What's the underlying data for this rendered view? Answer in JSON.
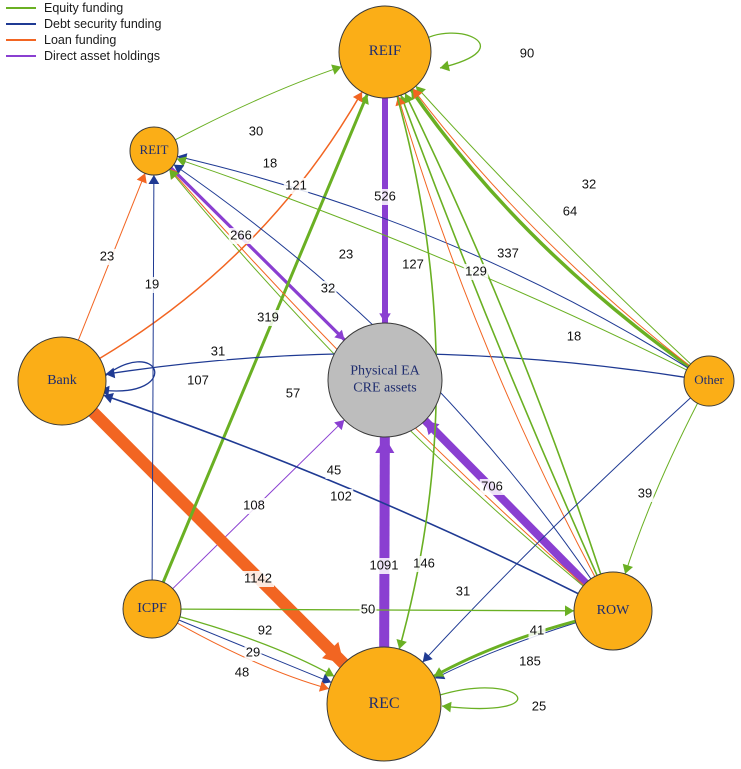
{
  "legend": [
    {
      "label": "Equity funding",
      "color": "#6ab023"
    },
    {
      "label": "Debt security funding",
      "color": "#1f3a93"
    },
    {
      "label": "Loan funding",
      "color": "#f26522"
    },
    {
      "label": "Direct asset holdings",
      "color": "#8a3fd1"
    }
  ],
  "colors": {
    "equity": "#6ab023",
    "debt": "#1f3a93",
    "loan": "#f26522",
    "direct": "#8a3fd1",
    "node_fill": "#fbae17",
    "center_fill": "#bdbdbd"
  },
  "nodes": [
    {
      "id": "REIF",
      "label": "REIF"
    },
    {
      "id": "REIT",
      "label": "REIT"
    },
    {
      "id": "Bank",
      "label": "Bank"
    },
    {
      "id": "Other",
      "label": "Other"
    },
    {
      "id": "ICPF",
      "label": "ICPF"
    },
    {
      "id": "ROW",
      "label": "ROW"
    },
    {
      "id": "REC",
      "label": "REC"
    },
    {
      "id": "CRE",
      "label": "Physical EA\nCRE assets"
    }
  ],
  "edges": [
    {
      "from": "REIF",
      "to": "REIF",
      "type": "equity",
      "value": "90"
    },
    {
      "from": "Bank",
      "to": "Bank",
      "type": "debt",
      "value": "107"
    },
    {
      "from": "REC",
      "to": "REC",
      "type": "equity",
      "value": "25"
    },
    {
      "from": "REIF",
      "to": "CRE",
      "type": "direct",
      "value": "526"
    },
    {
      "from": "REIT",
      "to": "CRE",
      "type": "direct",
      "value": "266"
    },
    {
      "from": "REC",
      "to": "CRE",
      "type": "direct",
      "value": "1091"
    },
    {
      "from": "ROW",
      "to": "CRE",
      "type": "direct",
      "value": "706"
    },
    {
      "from": "ICPF",
      "to": "CRE",
      "type": "direct",
      "value": "108"
    },
    {
      "from": "Bank",
      "to": "REC",
      "type": "loan",
      "value": "1142"
    },
    {
      "from": "ICPF",
      "to": "REIF",
      "type": "equity",
      "value": "319"
    },
    {
      "from": "Other",
      "to": "REIF",
      "type": "equity",
      "value": "337"
    },
    {
      "from": "Bank",
      "to": "REIF",
      "type": "loan",
      "value": "121"
    },
    {
      "from": "REIT",
      "to": "REIF",
      "type": "equity",
      "value": "30"
    },
    {
      "from": "Other",
      "to": "REIT",
      "type": "debt",
      "value": "18"
    },
    {
      "from": "Bank",
      "to": "REIT",
      "type": "loan",
      "value": "23"
    },
    {
      "from": "ICPF",
      "to": "REIT",
      "type": "debt",
      "value": "19"
    },
    {
      "from": "ROW",
      "to": "REIT",
      "type": "loan",
      "value": "23"
    },
    {
      "from": "Other",
      "to": "REIT",
      "type": "equity",
      "value": "32"
    },
    {
      "from": "ROW",
      "to": "REIT",
      "type": "debt",
      "value": "31"
    },
    {
      "from": "ROW",
      "to": "REIT",
      "type": "equity",
      "value": "57"
    },
    {
      "from": "Other",
      "to": "Bank",
      "type": "debt",
      "value": "45"
    },
    {
      "from": "ROW",
      "to": "Bank",
      "type": "debt",
      "value": "102"
    },
    {
      "from": "ROW",
      "to": "REIF",
      "type": "equity",
      "value": "127"
    },
    {
      "from": "ROW",
      "to": "REIF",
      "type": "equity",
      "value": "129"
    },
    {
      "from": "ROW",
      "to": "REIF",
      "type": "loan",
      "value": "18"
    },
    {
      "from": "Other",
      "to": "REIF",
      "type": "equity",
      "value": "64"
    },
    {
      "from": "Other",
      "to": "REIF",
      "type": "loan",
      "value": "32"
    },
    {
      "from": "REIF",
      "to": "REC",
      "type": "equity",
      "value": "146"
    },
    {
      "from": "Other",
      "to": "ROW",
      "type": "equity",
      "value": "39"
    },
    {
      "from": "Other",
      "to": "REC",
      "type": "debt",
      "value": "31"
    },
    {
      "from": "ICPF",
      "to": "ROW",
      "type": "equity",
      "value": "50"
    },
    {
      "from": "ICPF",
      "to": "REC",
      "type": "equity",
      "value": "92"
    },
    {
      "from": "ICPF",
      "to": "REC",
      "type": "debt",
      "value": "29"
    },
    {
      "from": "ICPF",
      "to": "REC",
      "type": "loan",
      "value": "48"
    },
    {
      "from": "ROW",
      "to": "REC",
      "type": "debt",
      "value": "41"
    },
    {
      "from": "ROW",
      "to": "REC",
      "type": "equity",
      "value": "185"
    }
  ]
}
